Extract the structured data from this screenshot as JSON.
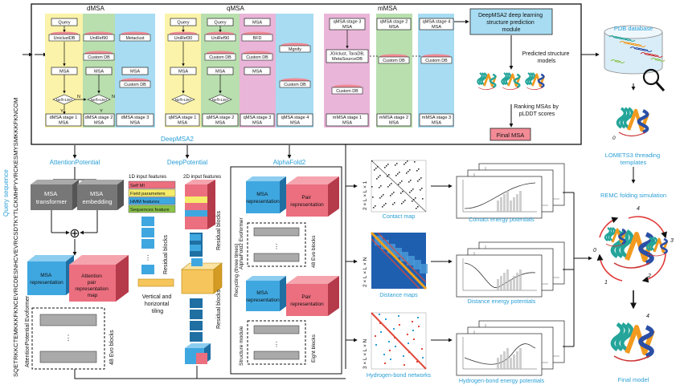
{
  "query": {
    "label": "Query sequence",
    "sequence": "SQETRKKCTEMKKKFKNCEVRCDESNHCVEVRCSDTKYTLCKMHPYVRCKESMYSMKKKFKNCOM"
  },
  "dmsa": {
    "title": "dMSA",
    "nodes": [
      "Query",
      "UniclustDB",
      "MSA",
      "Neff>128?",
      "UniRef90",
      "Custom DB",
      "MSA",
      "Neff>128?",
      "MSA",
      "Metaclust",
      "Custom DB"
    ],
    "yes": "Y",
    "no": "N",
    "stages": [
      "dMSA stage 1\nMSA",
      "dMSA stage 2\nMSA",
      "dMSA stage 3\nMSA"
    ]
  },
  "qmsa": {
    "title": "qMSA",
    "nodes": [
      "Query",
      "UniRef30",
      "MSA",
      "Neff>128?",
      "Query",
      "UniRef90",
      "Custom DB",
      "MSA",
      "Neff>128?",
      "MSA",
      "BFD",
      "Custom DB",
      "MSA",
      "Mgnify",
      "Custom DB"
    ],
    "stages": [
      "qMSA stage 1\nMSA",
      "qMSA stage 2\nMSA",
      "qMSA stage 3\nMSA",
      "qMSA stage 4\nMSA"
    ]
  },
  "mmsa": {
    "title": "mMSA",
    "nodes": [
      "qMSA stage 3\nMSA",
      "JGIclust, TaraDB,\nMetaSourceDB",
      "Custom DB",
      "qMSA stage 2\nMSA",
      "Custom DB",
      "qMSA stage 4\nMSA",
      "Custom DB"
    ],
    "stages": [
      "mMSA stage 1\nMSA",
      "mMSA stage 2\nMSA",
      "mMSA stage 3\nMSA"
    ]
  },
  "deepmsa2_label": "DeepMSA2",
  "module": {
    "title": "DeepMSA2 deep learning structure prediction module",
    "predicted": "Predicted structure models",
    "ranking": "Ranking MSAs by pLDDT scores",
    "final_msa": "Final MSA"
  },
  "pdb": {
    "label": "PDB database"
  },
  "lomets": {
    "label": "LOMETS3 threading templates",
    "index": "0"
  },
  "attention": {
    "title": "AttentionPotential",
    "msa_transformer": "MSA transformer",
    "msa_embedding": "MSA embedding",
    "msa_rep": "MSA representation",
    "attention_map": "Attention pair representation map",
    "evoformer": "AttentionPotential Evoformer",
    "evo_blocks": "48 Evo blocks",
    "plus": "⊕"
  },
  "deeppotential": {
    "title": "DeepPotential",
    "input_1d": "1D input features",
    "input_2d": "2D input features",
    "features": [
      "Self MI",
      "Field parameters",
      "HMM features",
      "Sequences feature"
    ],
    "residual_1": "Residual blocks",
    "residual_2": "Residual blocks",
    "residual_3": "Residual blocks",
    "tiling": "Vertical and horizontal tiling"
  },
  "alphafold": {
    "title": "AlphaFold2",
    "msa_rep": "MSA representation",
    "pair_rep": "Pair representation",
    "recycling": "Recycling (three times)",
    "evoformer": "AlphaFold2 Evoformer",
    "evo_blocks": "48 Evo blocks",
    "msa_rep_2": "MSA representation",
    "pair_rep_2": "Pair representation",
    "structure": "Structure module",
    "eight": "Eight blocks"
  },
  "maps": {
    "dim1": "2 × L × L × 1",
    "dim2": "2 × L × L × N",
    "dim3": "3 × L × L × N",
    "contact_map": "Contact map",
    "contact_energy": "Contact energy potentials",
    "distance_maps": "Distance maps",
    "distance_energy": "Distance energy potentials",
    "hbond_networks": "Hydrogen-bond networks",
    "hbond_energy": "Hydrogen-bond energy potentials"
  },
  "remc": {
    "title": "REMC folding simulation",
    "n0": "0",
    "n1": "1",
    "n2": "2",
    "n3": "3",
    "n4": "4",
    "final_model": "Final model",
    "final_index": "4"
  },
  "colors": {
    "yellow": "#fbf3a9",
    "green": "#b9dfae",
    "blue": "#a7dcf2",
    "pink": "#e9b5d8",
    "accent": "#2a9fd6",
    "pink_box": "#f28b96",
    "cube_blue": "#3fa7e0",
    "cube_red": "#ec6f7f"
  }
}
